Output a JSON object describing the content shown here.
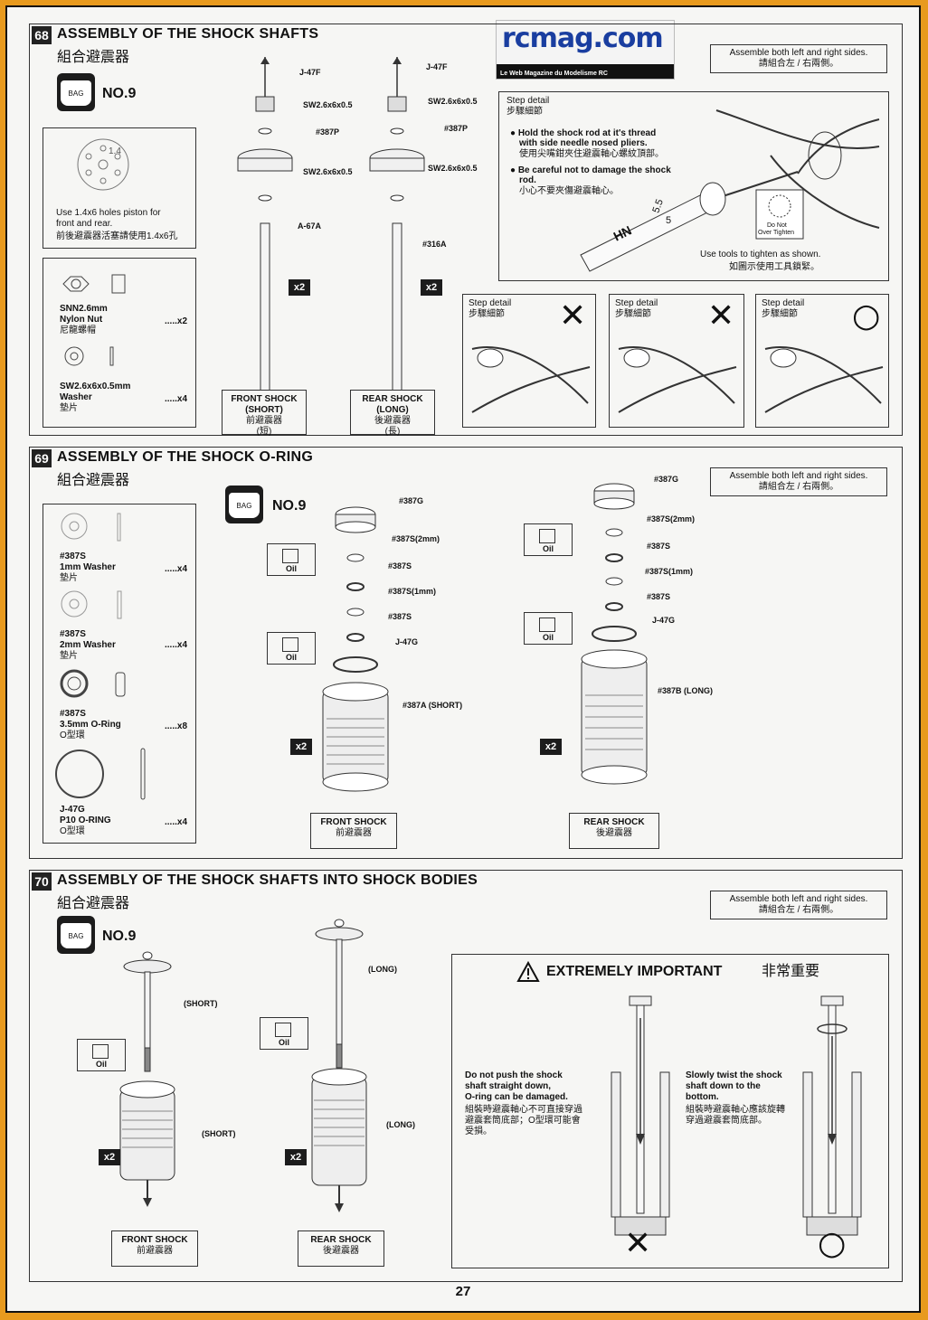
{
  "logo": {
    "main": "rcmag.com",
    "sub": "Le Web Magazine du Modelisme RC"
  },
  "page_number": "27",
  "bag": {
    "icon_label": "BAG",
    "number": "NO.9"
  },
  "assemble_note": {
    "en": "Assemble both left and right sides.",
    "cn": "請組合左 / 右兩側。"
  },
  "step68": {
    "number": "68",
    "title": "ASSEMBLY OF THE SHOCK SHAFTS",
    "title_cn": "組合避震器",
    "piston_box": {
      "hole_label": "1.4",
      "en1": "Use 1.4x6 holes piston for",
      "en2": "front and rear.",
      "cn": "前後避震器活塞請使用1.4x6孔"
    },
    "parts": [
      {
        "name1": "SNN2.6mm",
        "name2": "Nylon Nut",
        "cn": "尼龍螺帽",
        "qty": ".....x2"
      },
      {
        "name1": "SW2.6x6x0.5mm",
        "name2": "Washer",
        "cn": "墊片",
        "qty": ".....x4"
      }
    ],
    "front_labels": {
      "nut": "J-47F",
      "washer_top": "SW2.6x6x0.5",
      "piston": "#387P",
      "washer_bottom": "SW2.6x6x0.5",
      "shaft": "A-67A"
    },
    "rear_labels": {
      "nut": "J-47F",
      "washer_top": "SW2.6x6x0.5",
      "piston": "#387P",
      "washer_bottom": "SW2.6x6x0.5",
      "shaft": "#316A"
    },
    "x2": "x2",
    "front_caption": {
      "l1": "FRONT SHOCK",
      "l2": "(SHORT)",
      "cn": "前避震器",
      "cn2": "(短)"
    },
    "rear_caption": {
      "l1": "REAR SHOCK",
      "l2": "(LONG)",
      "cn": "後避震器",
      "cn2": "(長)"
    },
    "step_detail": {
      "title": "Step detail",
      "title_cn": "步驟細節",
      "b1a": "Hold the shock rod at it's thread",
      "b1b": "with side needle nosed pliers.",
      "b1cn": "使用尖嘴鉗夾住避震軸心螺紋頂部。",
      "b2a": "Be careful not to damage the shock",
      "b2b": "rod.",
      "b2cn": "小心不要夾傷避震軸心。",
      "rod_marks": "HN",
      "size1": "5.5",
      "size2": "5",
      "do_not": "Do Not",
      "over_tighten": "Over Tighten",
      "tools_en": "Use tools to tighten as shown.",
      "tools_cn": "如圖示使用工具鎖緊。"
    },
    "mini_panels": [
      {
        "title": "Step detail",
        "cn": "步驟細節",
        "mark": "✕"
      },
      {
        "title": "Step detail",
        "cn": "步驟細節",
        "mark": "✕"
      },
      {
        "title": "Step detail",
        "cn": "步驟細節",
        "mark": "○"
      }
    ]
  },
  "step69": {
    "number": "69",
    "title": "ASSEMBLY OF THE SHOCK O-RING",
    "title_cn": "組合避震器",
    "parts": [
      {
        "name1": "#387S",
        "name2": "1mm Washer",
        "cn": "墊片",
        "qty": ".....x4"
      },
      {
        "name1": "#387S",
        "name2": "2mm Washer",
        "cn": "墊片",
        "qty": ".....x4"
      },
      {
        "name1": "#387S",
        "name2": "3.5mm O-Ring",
        "cn": "O型環",
        "qty": ".....x8"
      },
      {
        "name1": "J-47G",
        "name2": "P10 O-RING",
        "cn": "O型環",
        "qty": ".....x4"
      }
    ],
    "front_labels": [
      "#387G",
      "#387S(2mm)",
      "#387S",
      "#387S(1mm)",
      "#387S",
      "J-47G",
      "#387A (SHORT)"
    ],
    "rear_labels": [
      "#387G",
      "#387S(2mm)",
      "#387S",
      "#387S(1mm)",
      "#387S",
      "J-47G",
      "#387B (LONG)"
    ],
    "oil": "Oil",
    "x2": "x2",
    "front_caption": {
      "l1": "FRONT SHOCK",
      "cn": "前避震器"
    },
    "rear_caption": {
      "l1": "REAR SHOCK",
      "cn": "後避震器"
    }
  },
  "step70": {
    "number": "70",
    "title": "ASSEMBLY OF THE SHOCK SHAFTS INTO SHOCK BODIES",
    "title_cn": "組合避震器",
    "short": "(SHORT)",
    "long": "(LONG)",
    "oil": "Oil",
    "x2": "x2",
    "front_caption": {
      "l1": "FRONT SHOCK",
      "cn": "前避震器"
    },
    "rear_caption": {
      "l1": "REAR SHOCK",
      "cn": "後避震器"
    },
    "important": {
      "title": "EXTREMELY IMPORTANT",
      "title_cn": "非常重要",
      "left_en1": "Do not push the shock",
      "left_en2": "shaft straight down,",
      "left_en3": "O-ring can be damaged.",
      "left_cn1": "組裝時避震軸心不可直接穿過",
      "left_cn2": "避震套筒底部；O型環可能會",
      "left_cn3": "受損。",
      "right_en1": "Slowly twist the shock",
      "right_en2": "shaft down to the",
      "right_en3": "bottom.",
      "right_cn1": "組裝時避震軸心應該旋轉",
      "right_cn2": "穿過避震套筒底部。",
      "wrong_mark": "✕",
      "right_mark": "○"
    }
  }
}
